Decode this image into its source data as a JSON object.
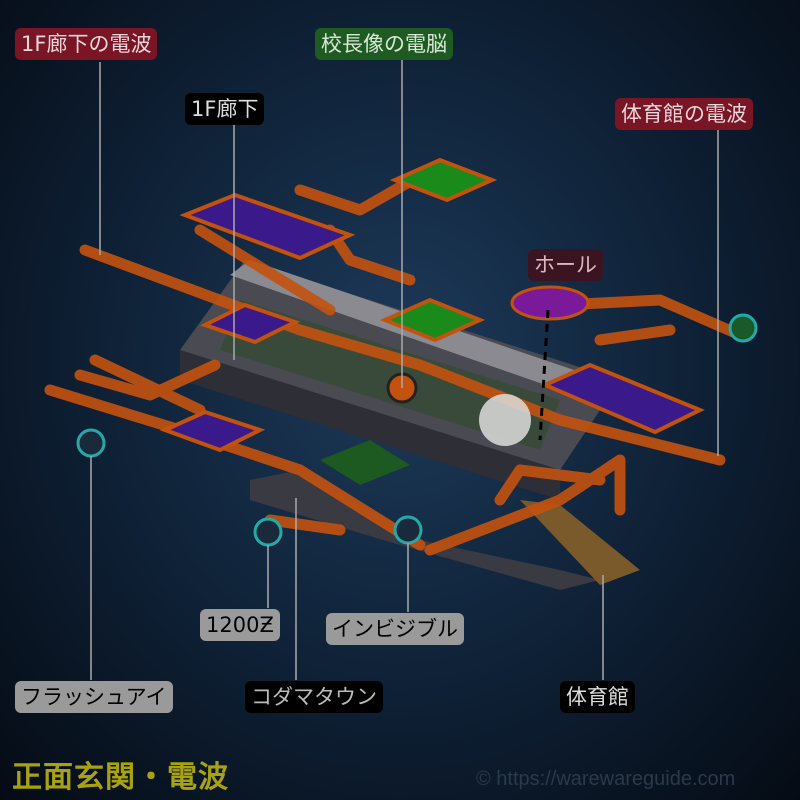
{
  "labels": {
    "corridor_wave": "1F廊下の電波",
    "principal_statue": "校長像の電脳",
    "corridor": "1F廊下",
    "gym_wave": "体育館の電波",
    "hall": "ホール",
    "zenny": "1200Ƶ",
    "invisible": "インビジブル",
    "flash_eye": "フラッシュアイ",
    "kodama_town": "コダマタウン",
    "gym": "体育館"
  },
  "title": "正面玄関・電波",
  "watermark": "© https://warewareguide.com",
  "colors": {
    "path": "#c4520f",
    "panel": "#3a1a8a",
    "green_panel": "#1a8a1a",
    "title": "#a8a210"
  }
}
